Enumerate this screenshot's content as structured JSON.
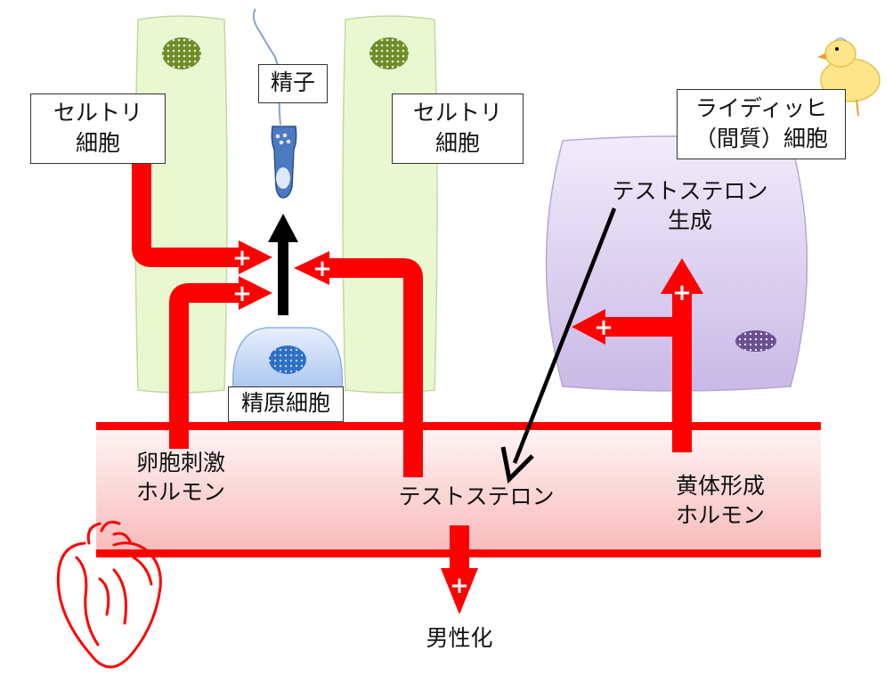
{
  "labels": {
    "sertoli_left": [
      "セルトリ",
      "細胞"
    ],
    "sertoli_right": [
      "セルトリ",
      "細胞"
    ],
    "sperm": "精子",
    "spermatogonium": "精原細胞",
    "leydig": [
      "ライディッヒ",
      "（間質）細胞"
    ],
    "testosterone_production": [
      "テストステロン",
      "生成"
    ],
    "fsh": [
      "卵胞刺激",
      "ホルモン"
    ],
    "testosterone": "テストステロン",
    "lh": [
      "黄体形成",
      "ホルモン"
    ],
    "masculinization": "男性化"
  },
  "symbols": {
    "plus": "+"
  },
  "colors": {
    "arrow_red": "#ff0000",
    "sertoli_fill": "#eaf8d2",
    "leydig_fill": "#dcd3ef",
    "blood_fill": "#fcd6d6",
    "spermatogonium_fill": "#c4d8f5",
    "black_arrow": "#000000"
  },
  "icons": [
    "heart-icon",
    "chick-icon",
    "sperm-icon",
    "nucleus-icon"
  ]
}
